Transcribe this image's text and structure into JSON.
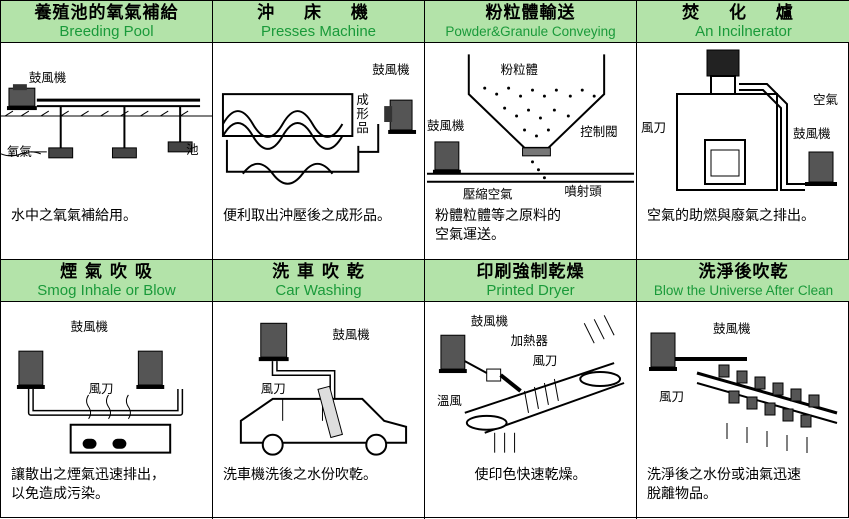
{
  "panels": [
    {
      "title_zh": "養殖池的氧氣補給",
      "title_en": "Breeding Pool",
      "caption": "水中之氧氣補給用。",
      "labels": {
        "blower": "鼓風機",
        "oxygen": "氧氣",
        "pool": "池"
      }
    },
    {
      "title_zh": "沖 床 機",
      "title_en": "Presses Machine",
      "caption": "便利取出沖壓後之成形品。",
      "labels": {
        "blower": "鼓風機",
        "product_1": "成",
        "product_2": "形",
        "product_3": "品"
      }
    },
    {
      "title_zh": "粉粒體輸送",
      "title_en": "Powder&Granule Conveying",
      "caption": "粉體粒體等之原料的\n空氣運送。",
      "labels": {
        "powder": "粉粒體",
        "blower": "鼓風機",
        "valve": "控制閥",
        "compressed_air": "壓縮空氣",
        "nozzle": "噴射頭"
      }
    },
    {
      "title_zh": "焚 化 爐",
      "title_en": "An Incilnerator",
      "caption": "空氣的助燃與廢氣之排出。",
      "labels": {
        "air": "空氣",
        "air_knife": "風刀",
        "blower": "鼓風機"
      }
    },
    {
      "title_zh": "煙 氣 吹 吸",
      "title_en": "Smog Inhale or Blow",
      "caption": "讓散出之煙氣迅速排出，\n以免造成污染。",
      "labels": {
        "blower": "鼓風機",
        "air_knife": "風刀"
      }
    },
    {
      "title_zh": "洗 車 吹 乾",
      "title_en": "Car Washing",
      "caption": "洗車機洗後之水份吹乾。",
      "labels": {
        "blower": "鼓風機",
        "air_knife": "風刀"
      }
    },
    {
      "title_zh": "印刷強制乾燥",
      "title_en": "Printed Dryer",
      "caption": "使印色快速乾燥。",
      "labels": {
        "blower": "鼓風機",
        "heater": "加熱器",
        "air_knife": "風刀",
        "warm_air": "溫風"
      }
    },
    {
      "title_zh": "洗淨後吹乾",
      "title_en": "Blow the Universe After Clean",
      "caption": "洗淨後之水份或油氣迅速\n脫離物品。",
      "labels": {
        "blower": "鼓風機",
        "air_knife": "風刀"
      }
    }
  ]
}
